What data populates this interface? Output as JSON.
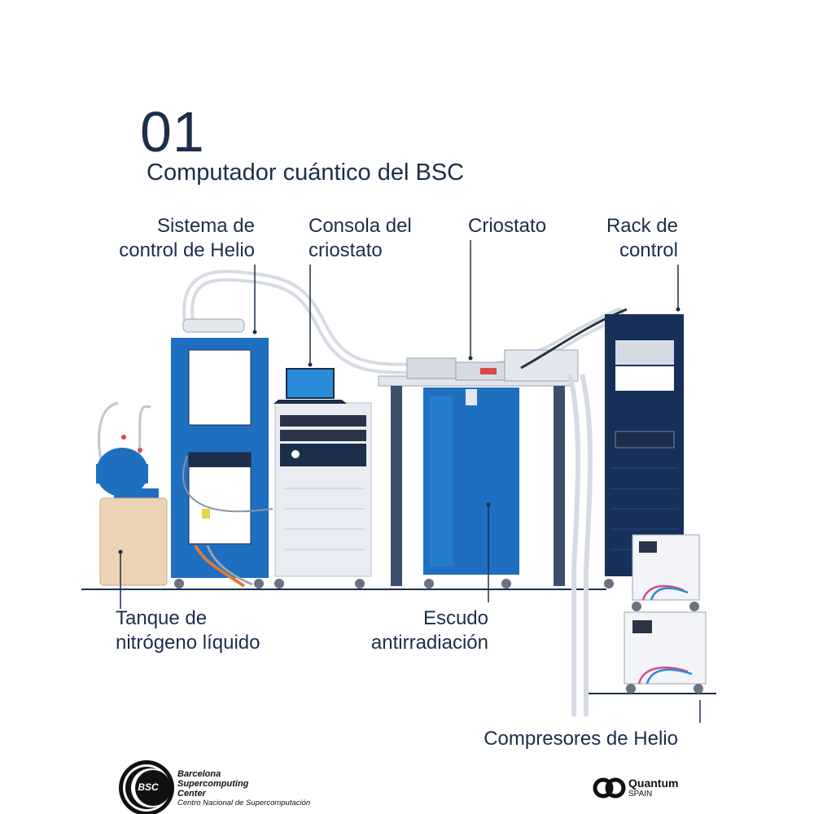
{
  "header": {
    "number": "01",
    "title": "Computador cuántico del BSC"
  },
  "labels": {
    "helium_control": "Sistema de\ncontrol de Helio",
    "cryostat_console": "Consola del\ncriostato",
    "cryostat": "Criostato",
    "control_rack": "Rack de\ncontrol",
    "nitrogen_tank": "Tanque de\nnitrógeno líquido",
    "radiation_shield": "Escudo\nantirradiación",
    "helium_compressors": "Compresores de Helio"
  },
  "footer": {
    "bsc_mark": "BSC",
    "bsc_line1": "Barcelona",
    "bsc_line2": "Supercomputing",
    "bsc_line3": "Center",
    "bsc_line4": "Centro Nacional de Supercomputación",
    "qs_line1": "Quantum",
    "qs_line2": "SPAIN"
  },
  "colors": {
    "navy": "#1c2e4a",
    "blue": "#1f6fc0",
    "light_blue": "#2a8bd8",
    "rack": "#16305a",
    "tank": "#ecd3b4",
    "console": "#e9ecf3"
  }
}
